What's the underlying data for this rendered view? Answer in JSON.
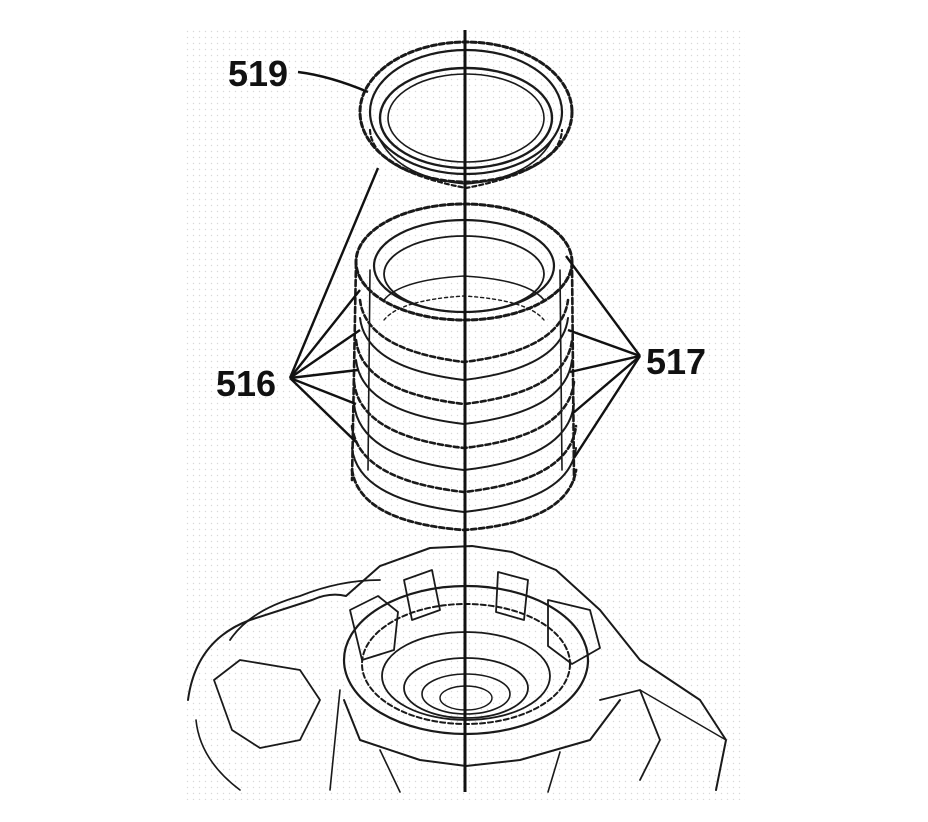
{
  "callouts": {
    "part_519": "519",
    "part_516": "516",
    "part_517": "517"
  },
  "colors": {
    "ink": "#1a1a1a",
    "background": "#ffffff",
    "stipple": "#b9b9b9"
  }
}
